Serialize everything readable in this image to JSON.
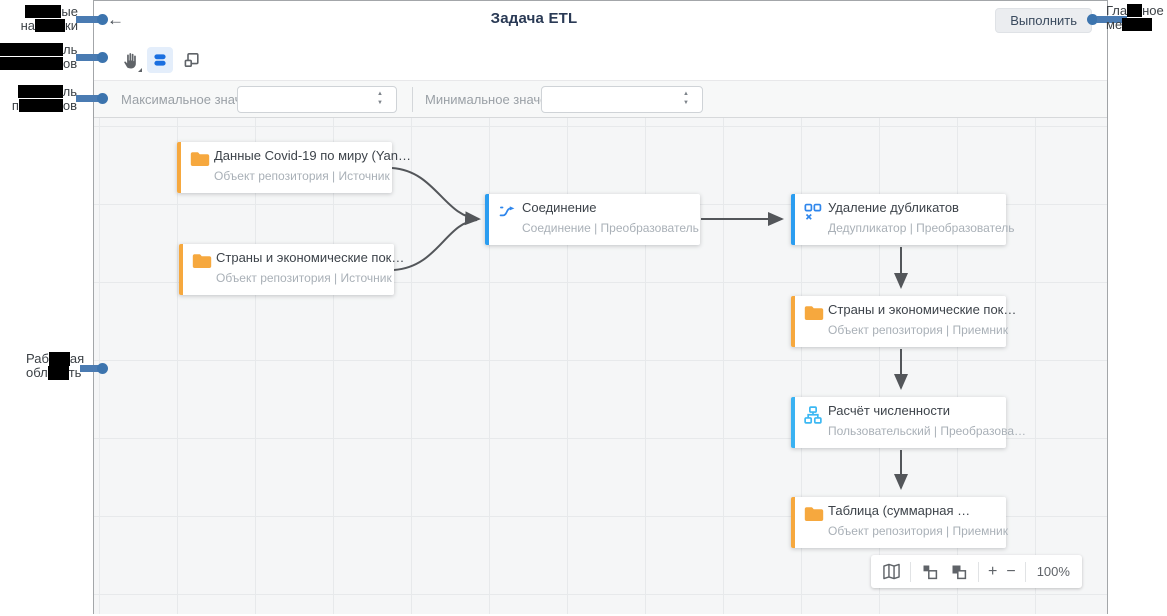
{
  "header": {
    "title": "Задача ETL",
    "run_label": "Выполнить"
  },
  "icons": {
    "back": "←",
    "plus": "+",
    "minus": "−",
    "spinner_up": "▲",
    "spinner_down": "▼"
  },
  "toolbar": {
    "items": [
      "pan-tool",
      "flow-view",
      "expand-view"
    ],
    "selected": "flow-view"
  },
  "params": {
    "max_label": "Максимальное значение",
    "max_value": "",
    "min_label": "Минимальное значение",
    "min_value": ""
  },
  "nodes": [
    {
      "title": "Данные Covid-19 по миру (Yan…",
      "subtitle": "Объект репозитория | Источник",
      "icon": "folder-icon",
      "accent": "#f6a83e"
    },
    {
      "title": "Страны и экономические пок…",
      "subtitle": "Объект репозитория | Источник",
      "icon": "folder-icon",
      "accent": "#f6a83e"
    },
    {
      "title": "Соединение",
      "subtitle": "Соединение | Преобразователь",
      "icon": "join-icon",
      "accent": "#2b9df0"
    },
    {
      "title": "Удаление дубликатов",
      "subtitle": "Дедупликатор | Преобразователь",
      "icon": "dedup-icon",
      "accent": "#2b9df0"
    },
    {
      "title": "Страны и экономические пок…",
      "subtitle": "Объект репозитория | Приемник",
      "icon": "folder-icon",
      "accent": "#f6a83e"
    },
    {
      "title": "Расчёт численности",
      "subtitle": "Пользовательский | Преобразова…",
      "icon": "hierarchy-icon",
      "accent": "#3ab2f2"
    },
    {
      "title": "Таблица (суммарная …",
      "subtitle": "Объект репозитория | Приемник",
      "icon": "folder-icon",
      "accent": "#f6a83e"
    }
  ],
  "zoombar": {
    "zoom_level": "100%"
  },
  "annotations": {
    "a1": {
      "line1_tail": "ые",
      "line2_head": "на",
      "line2_tail": "ки"
    },
    "a2": {
      "line1_tail": "ль",
      "line2_tail": "ов"
    },
    "a3": {
      "line1_tail": "ль",
      "line2_head": "п",
      "line2_tail": "ов"
    },
    "workspace": {
      "line1_head": "Раб",
      "line1_tail": "ая",
      "line2_head": "обл",
      "line2_tail": "ть"
    },
    "menu": {
      "line1_head": "Гла",
      "line1_tail": "ное",
      "line2_head": "ме"
    }
  },
  "colors": {
    "accent_blue": "#2b9df0",
    "accent_cyan": "#3ab2f2",
    "accent_orange": "#f6a83e",
    "edge": "#53565a",
    "callout": "#4a7bb2"
  }
}
